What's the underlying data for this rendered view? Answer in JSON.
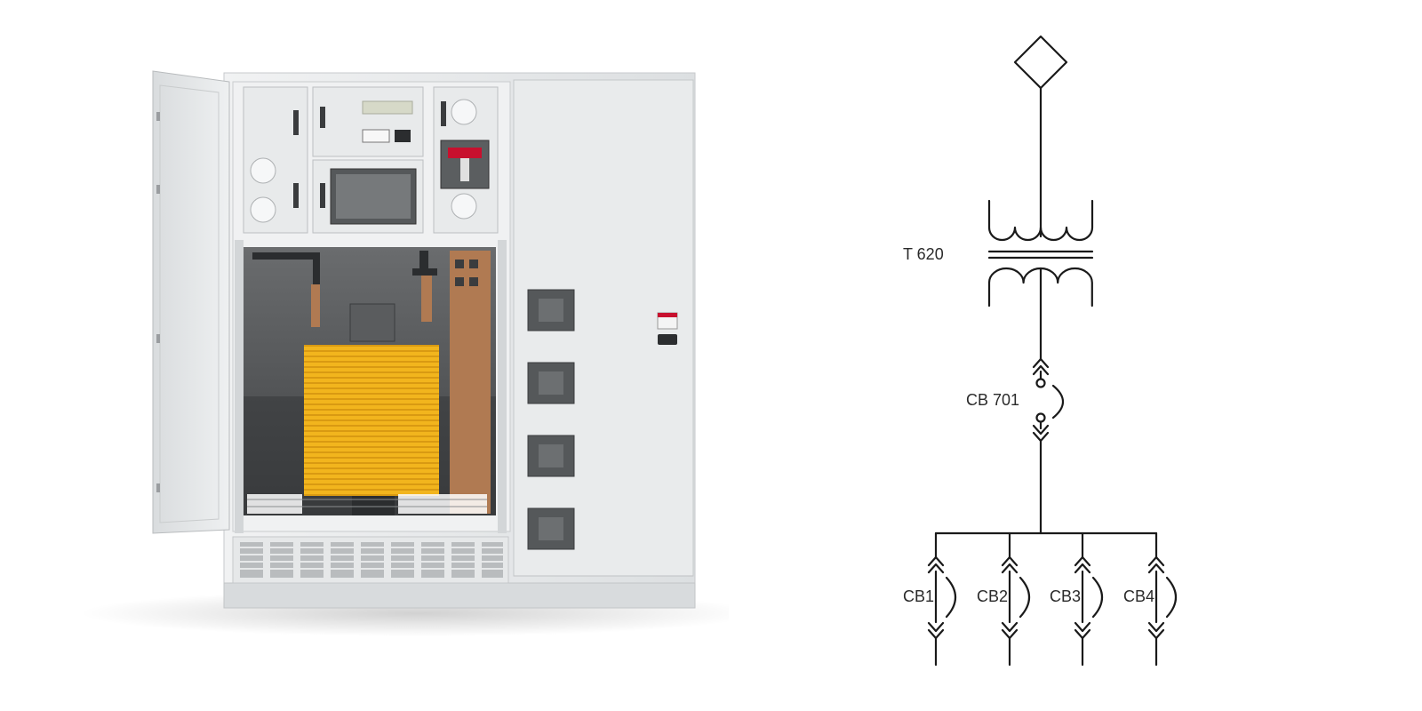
{
  "cabinet": {
    "colors": {
      "body": "#e4e6e7",
      "body_shade": "#cfd2d4",
      "interior": "#4b4d4f",
      "transformer": "#f2b51d",
      "copper": "#b07a52",
      "panel_window": "#55585a"
    },
    "door_label_icon": "danger-warning-label-icon"
  },
  "diagram": {
    "source_icon": "source-diamond-icon",
    "transformer": {
      "label": "T 620"
    },
    "main_breaker": {
      "label": "CB 701"
    },
    "feeders": [
      {
        "label": "CB1"
      },
      {
        "label": "CB2"
      },
      {
        "label": "CB3"
      },
      {
        "label": "CB4"
      }
    ],
    "line_color": "#1a1a1a"
  }
}
